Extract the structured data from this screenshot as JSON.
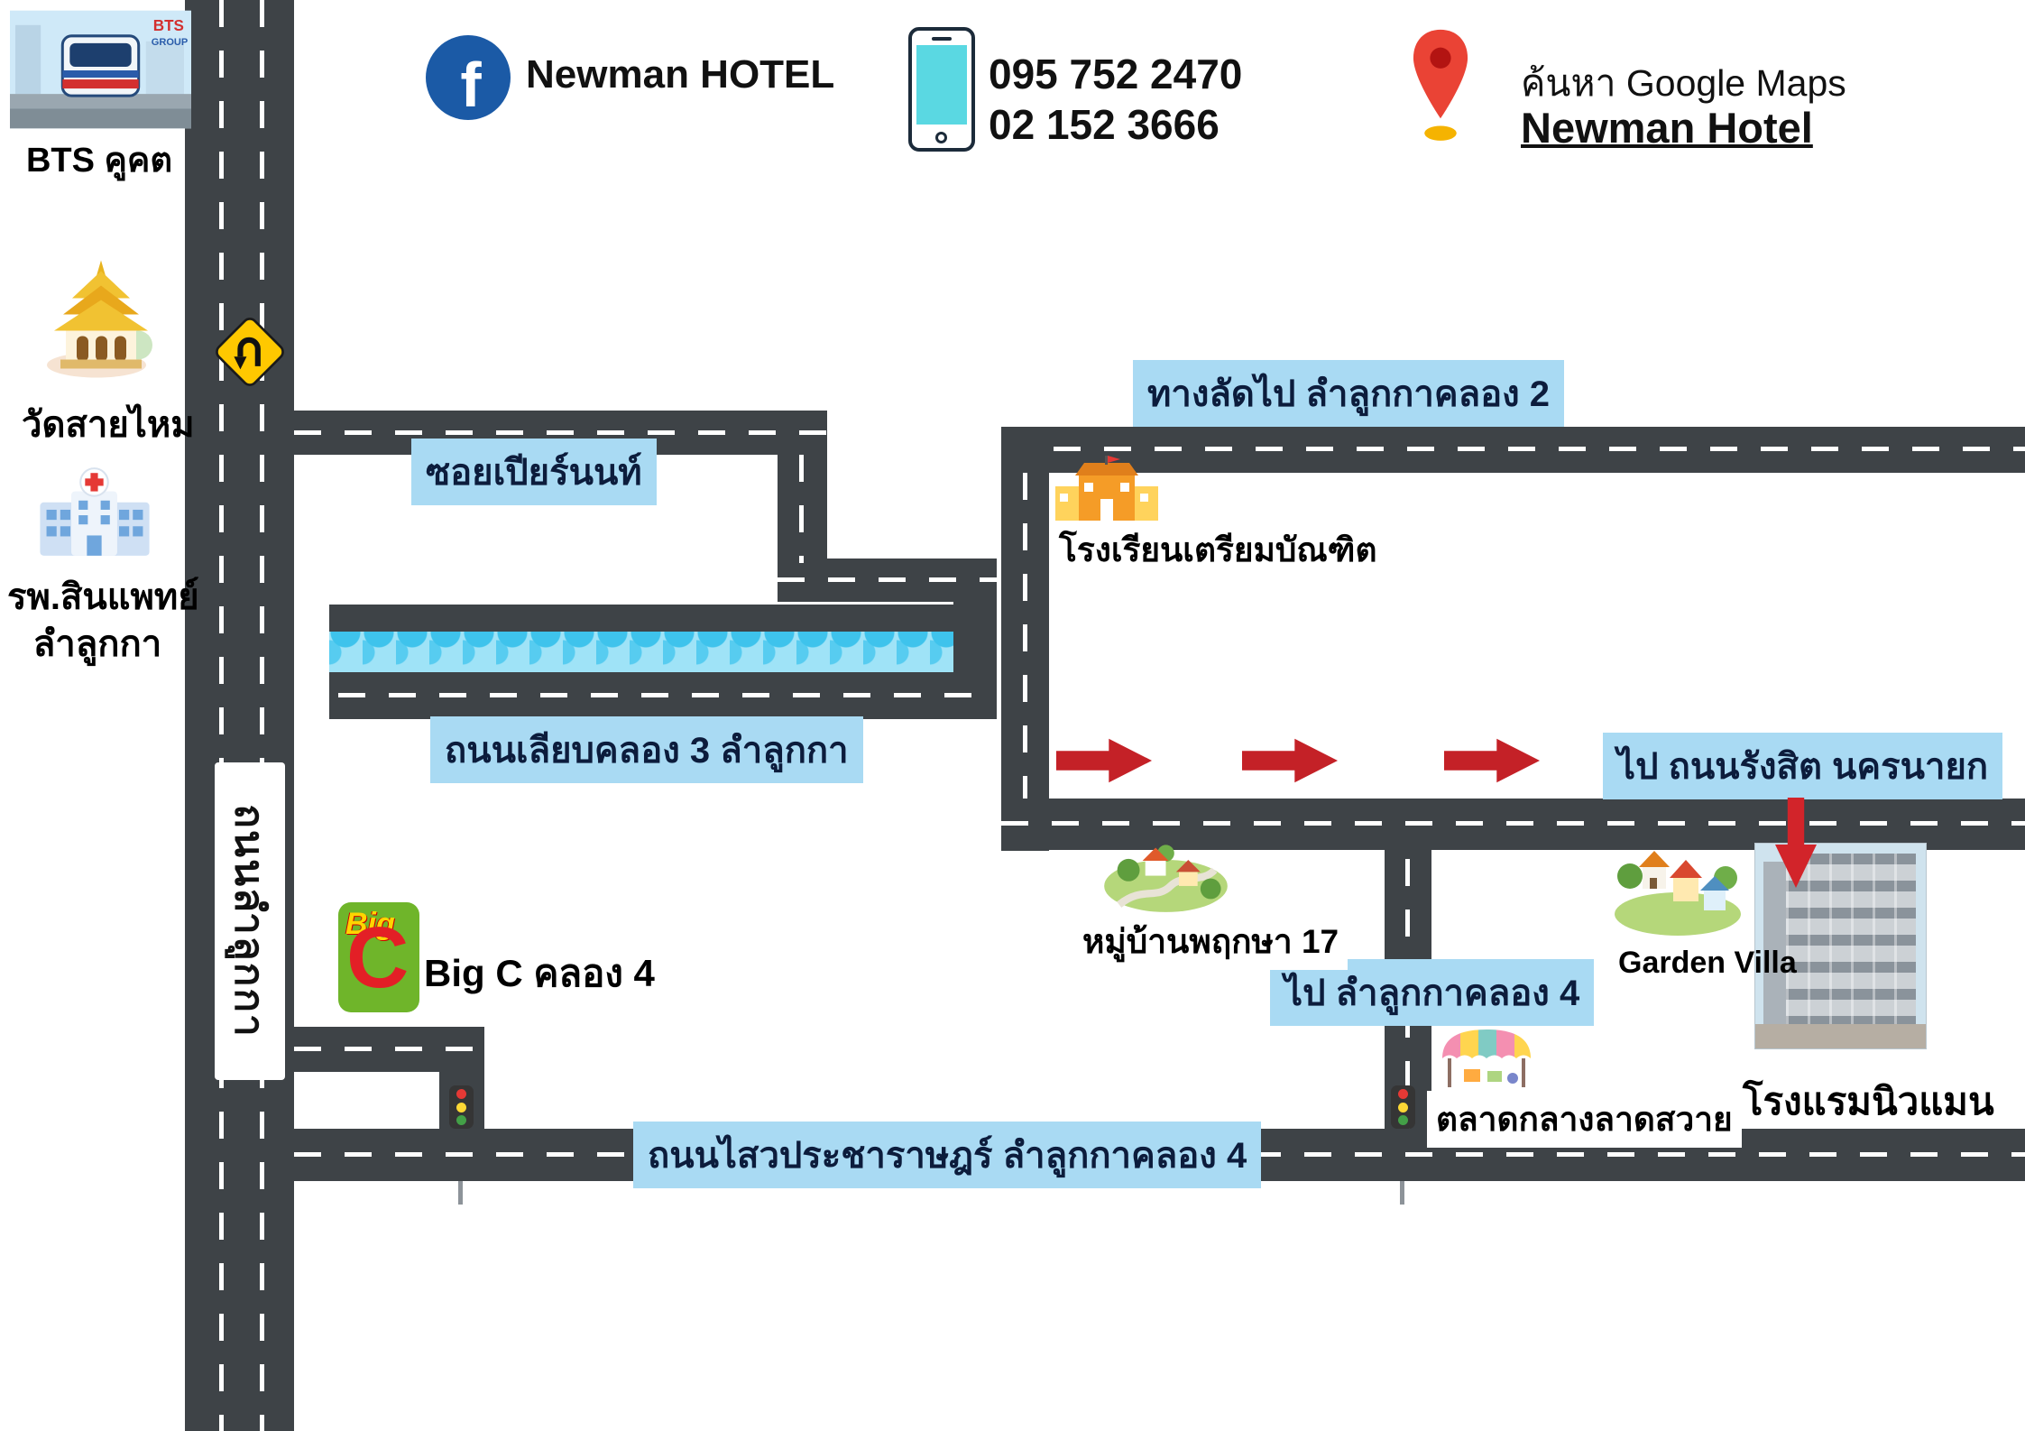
{
  "header": {
    "facebook_f": "f",
    "facebook_label": "Newman HOTEL",
    "phone1": "095 752 2470",
    "phone2": "02 152 3666",
    "maps_caption": "ค้นหา Google Maps",
    "maps_hotel": "Newman Hotel"
  },
  "left_landmarks": {
    "bts_caption": "BTS คูคต",
    "bts_watermark_line1": "BTS",
    "bts_watermark_line2": "GROUP",
    "temple_caption": "วัดสายไหม",
    "hospital_caption_line1": "รพ.สินแพทย์",
    "hospital_caption_line2": "ลำลูกกา"
  },
  "roads": {
    "lam_luk_ka": "ถนนลำลูกกา",
    "soi_piannon": "ซอยเปียร์นนท์",
    "canal_road": "ถนนเลียบคลอง 3 ลำลูกกา",
    "shortcut_klong2": "ทางลัดไป ลำลูกกาคลอง 2",
    "to_rangsit": "ไป ถนนรังสิต นครนายก",
    "to_klong4": "ไป ลำลูกกาคลอง 4",
    "sawai_pracharat": "ถนนไสวประชาราษฎร์ ลำลูกกาคลอง 4"
  },
  "landmarks": {
    "school": "โรงเรียนเตรียมบัณฑิต",
    "village": "หมู่บ้านพฤกษา 17",
    "garden_villa": "Garden Villa",
    "hotel": "โรงแรมนิวแมน",
    "market": "ตลาดกลางลาดสวาย",
    "bigc_caption": "Big C คลอง 4",
    "bigc_logo_big": "Big",
    "bigc_logo_c": "C"
  },
  "icons": {
    "facebook": "facebook-icon",
    "phone": "phone-icon",
    "map_pin": "map-pin-icon",
    "u_turn_sign": "u-turn-sign-icon",
    "traffic_light": "traffic-light-icon",
    "direction_arrow": "right-arrow-icon",
    "here_arrow": "down-arrow-icon"
  },
  "colors": {
    "road": "#3e4347",
    "road_dash": "#ffffff",
    "label_bg": "#a9daf3",
    "canal_light": "#9fe3f7",
    "canal_dark": "#3ec3ec",
    "arrow_red": "#c42127",
    "facebook_blue": "#1b5aa6",
    "pin_red": "#ea4335",
    "bigc_green": "#6fb52a"
  }
}
